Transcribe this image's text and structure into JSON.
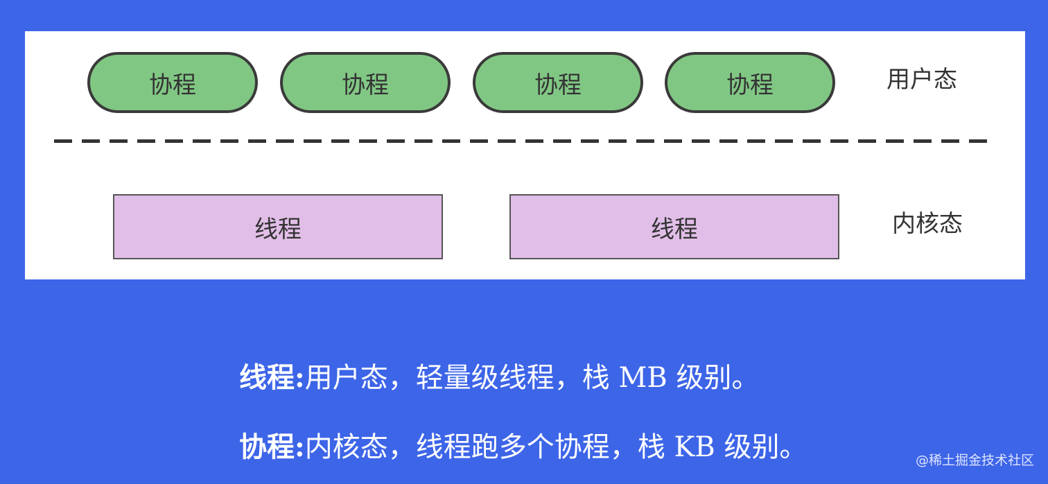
{
  "diagram": {
    "coroutines": [
      {
        "label": "协程"
      },
      {
        "label": "协程"
      },
      {
        "label": "协程"
      },
      {
        "label": "协程"
      }
    ],
    "threads": [
      {
        "label": "线程"
      },
      {
        "label": "线程"
      }
    ],
    "user_space_label": "用户态",
    "kernel_space_label": "内核态"
  },
  "captions": [
    {
      "term": "线程:",
      "text": "用户态，轻量级线程，栈 MB 级别。"
    },
    {
      "term": "协程:",
      "text": "内核态，线程跑多个协程，栈 KB 级别。"
    }
  ],
  "watermark": "@稀土掘金技术社区",
  "colors": {
    "background": "#3d65e8",
    "coroutine_fill": "#81c784",
    "thread_fill": "#e1bee7"
  }
}
